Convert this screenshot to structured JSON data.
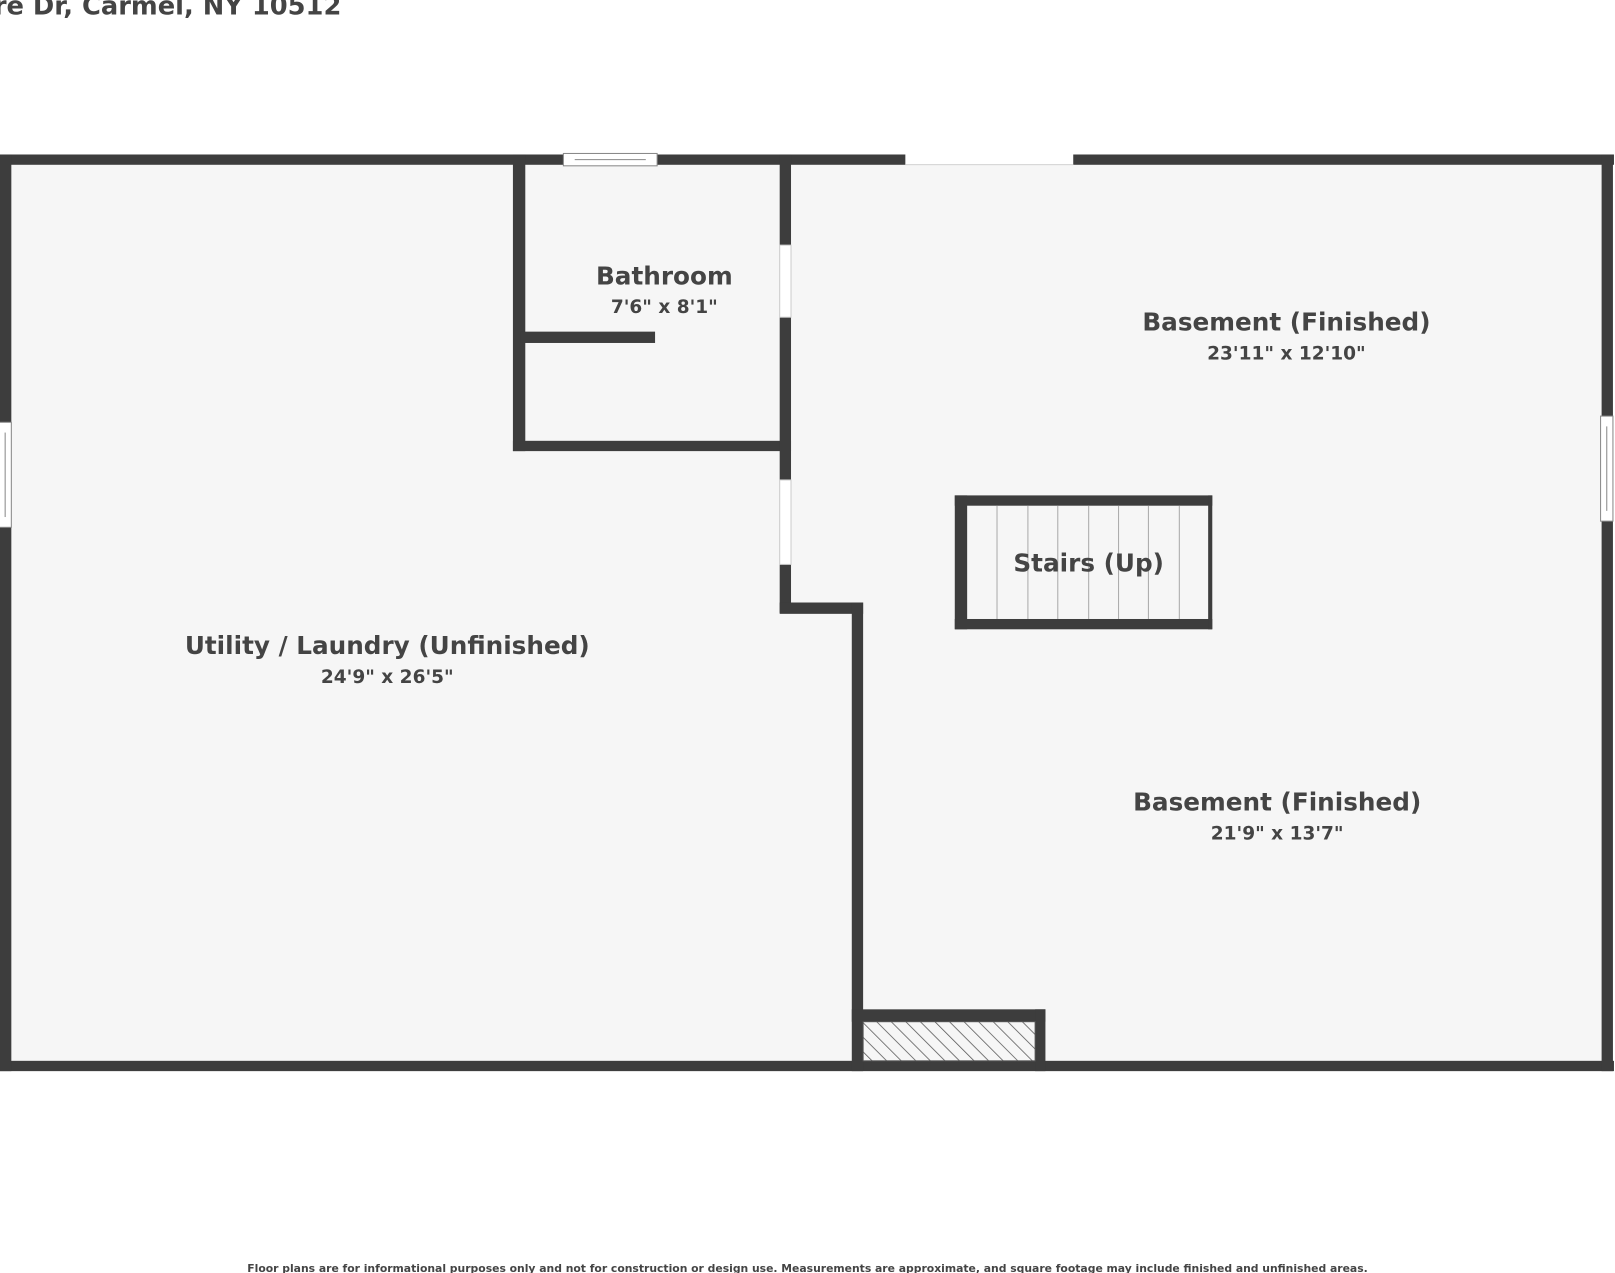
{
  "header": {
    "address": "re Dr, Carmel, NY 10512"
  },
  "rooms": [
    {
      "name": "Bathroom",
      "dimensions": "7'6\" x 8'1\""
    },
    {
      "name": "Basement (Finished)",
      "dimensions": "23'11\" x 12'10\""
    },
    {
      "name": "Stairs (Up)"
    },
    {
      "name": "Utility / Laundry (Unfinished)",
      "dimensions": "24'9\" x 26'5\""
    },
    {
      "name": "Basement (Finished)",
      "dimensions": "21'9\" x 13'7\""
    }
  ],
  "footer": {
    "disclaimer": "Floor plans are for informational purposes only and not for construction or design use. Measurements are approximate, and square footage may include finished and unfinished areas."
  },
  "colors": {
    "wall": "#3d3d3d",
    "floor": "#f6f6f6",
    "text": "#444444"
  }
}
